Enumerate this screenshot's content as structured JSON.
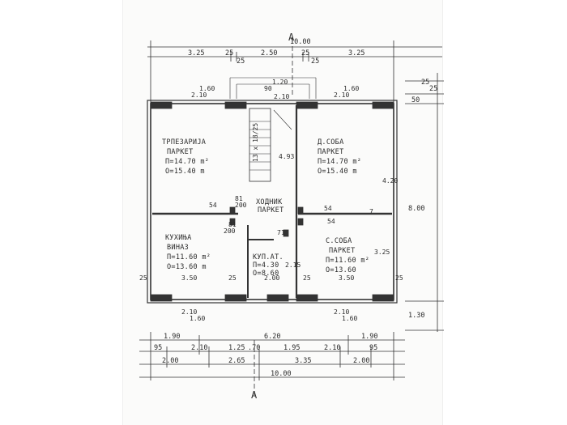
{
  "section": {
    "marker": "A"
  },
  "dims_top_total": "10.00",
  "dims_top": [
    "3.25",
    "25",
    "25",
    "2.50",
    "25",
    "25",
    "3.25"
  ],
  "dims_right": [
    "25",
    "25",
    "50",
    "8.00",
    "1.30"
  ],
  "dims_bottom_row1": [
    "1.90",
    "6.20",
    "1.90"
  ],
  "dims_bottom_row2": [
    "95",
    "2.10",
    "1.25",
    ".70",
    "1.95",
    "2.10",
    "95"
  ],
  "dims_bottom_row3": [
    "2.00",
    "2.65",
    "3.35",
    "2.00"
  ],
  "dims_bottom_total": "10.00",
  "window_tags": {
    "top_left": [
      "2.10",
      "1.60"
    ],
    "top_right": [
      "2.10",
      "1.60"
    ],
    "bottom_left": [
      "2.10",
      "1.60"
    ],
    "bottom_right": [
      "2.10",
      "1.60"
    ],
    "stair_top": [
      "90",
      "1.20",
      "2.10"
    ]
  },
  "interior_dims": {
    "stair": "13 x 18/25",
    "stair_len": "4.93",
    "right_wall": "4.20",
    "left_bottom": "3.50",
    "middle_bottom": "2.00",
    "right_bottom": "3.50",
    "bath_w": "2.15",
    "bath_h": "3.25",
    "w25": "25",
    "door_81": "81",
    "door_200": "200",
    "door_54": "54",
    "door_71": "71",
    "door_7": "7"
  },
  "rooms": {
    "living": [
      "ТРПЕЗАРИЈА",
      "ПАРКЕТ",
      "П=14.70 m²",
      "O=15.40 m"
    ],
    "bedroom_d": [
      "Д.СОБА",
      "ПАРКЕТ",
      "П=14.70 m²",
      "O=15.40 m"
    ],
    "hall": [
      "ХОДНИК",
      "ПАРКЕТ"
    ],
    "kitchen": [
      "КУХИЊА",
      "ВИНАЗ",
      "П=11.60 m²",
      "O=13.60 m"
    ],
    "bath": [
      "КУП.АТ.",
      "П=4.30",
      "O=8.60"
    ],
    "bedroom_s": [
      "С.СОБА",
      "ПАРКЕТ",
      "П=11.60 m²",
      "O=13.60"
    ]
  }
}
